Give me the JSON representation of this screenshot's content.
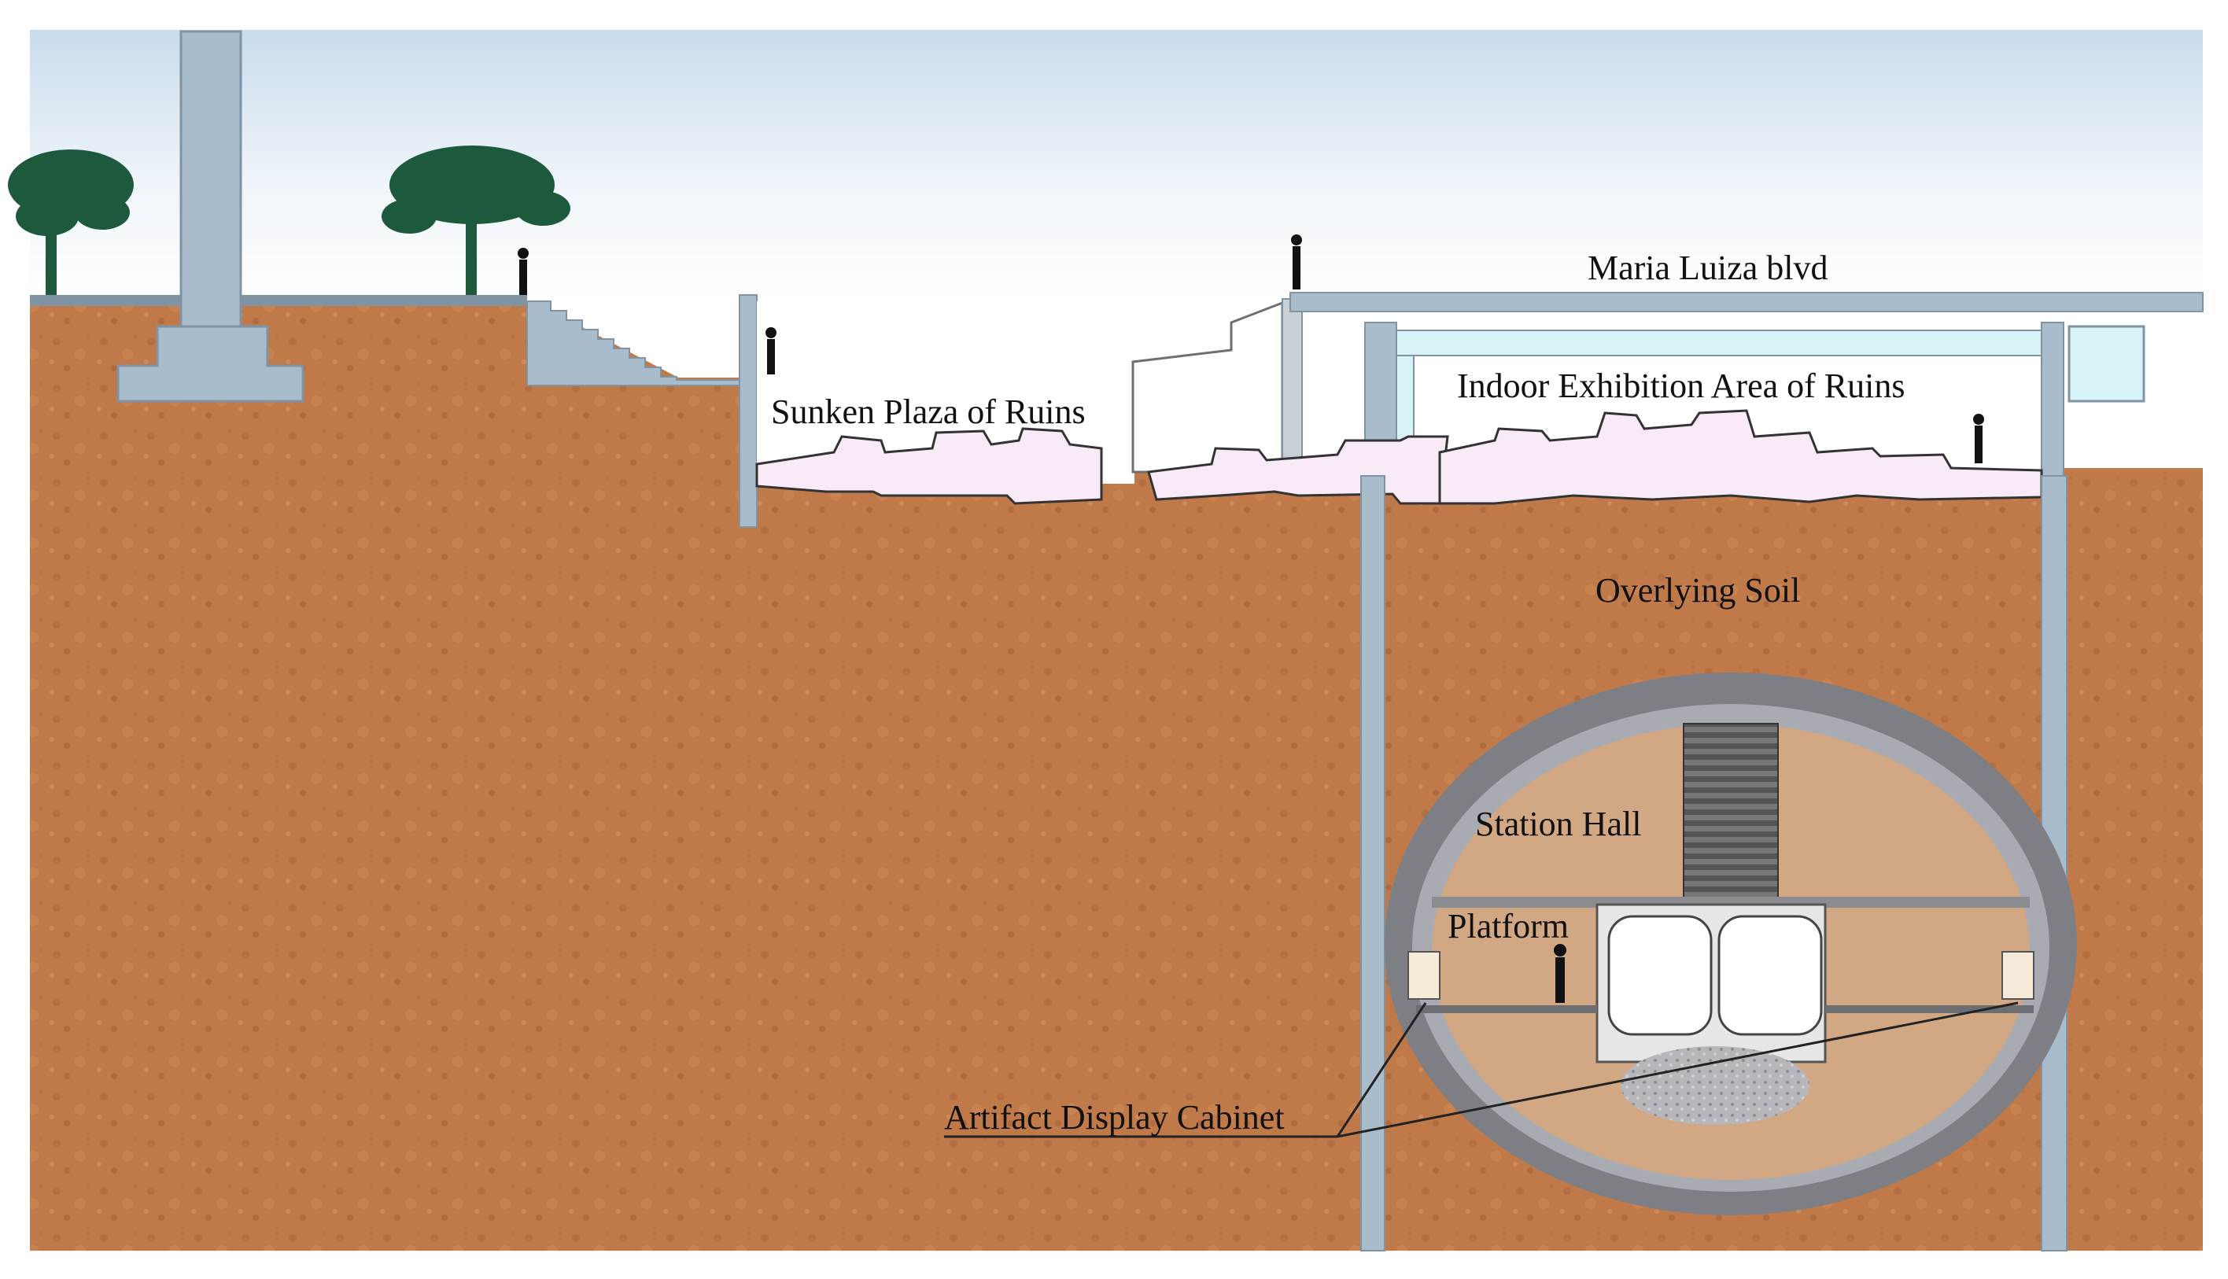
{
  "labels": {
    "boulevard": "Maria Luiza blvd",
    "sunken_plaza": "Sunken Plaza of Ruins",
    "indoor_exhibition": "Indoor Exhibition Area of Ruins",
    "overlying_soil": "Overlying Soil",
    "station_hall": "Station Hall",
    "platform": "Platform",
    "artifact_cabinet": "Artifact Display Cabinet"
  },
  "colors": {
    "soil": "#c07a4a",
    "soil_dark": "#a45f35",
    "concrete": "#a9bccb",
    "concrete_dark": "#7f93a3",
    "ruins": "#f8eaf6",
    "glass": "#d7f3f8",
    "station_interior": "#d1a784",
    "tree": "#1d5a3d",
    "sky_top": "#cfe0ee"
  }
}
